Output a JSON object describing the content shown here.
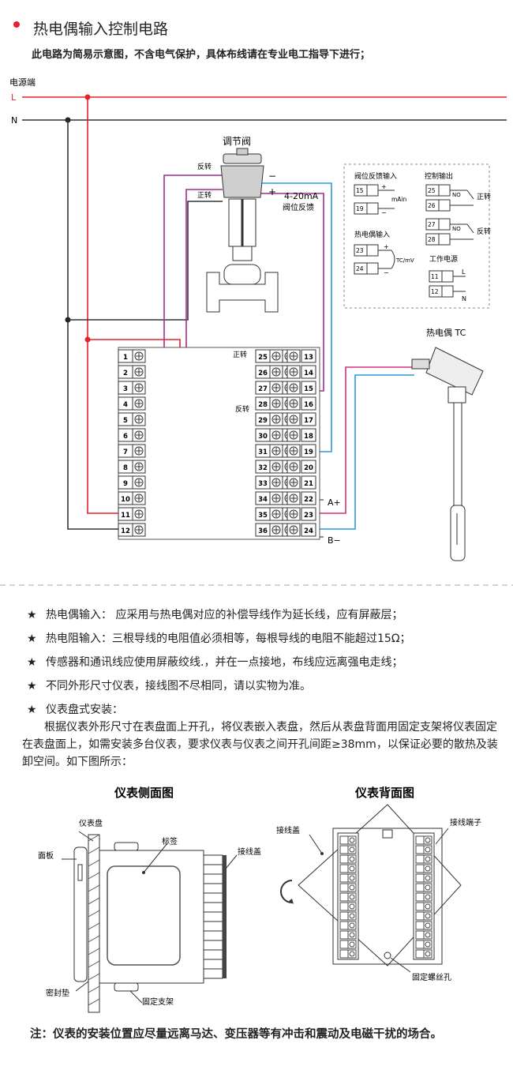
{
  "title": "热电偶输入控制电路",
  "subtitle": "此电路为简易示意图，不含电气保护，具体布线请在专业电工指导下进行；",
  "wiring": {
    "power_label": "电源端",
    "line_L": "L",
    "line_N": "N",
    "valve_title": "调节阀",
    "valve_reverse": "反转",
    "valve_forward": "正转",
    "valve_minus": "−",
    "valve_plus": "+",
    "valve_signal": "4-20mA",
    "valve_signal_desc": "阀位反馈",
    "legend": {
      "feedback_title": "阀位反馈输入",
      "feedback_t1": "15",
      "feedback_t2": "19",
      "feedback_unit": "mAin",
      "control_title": "控制输出",
      "ctrl_t1": "25",
      "ctrl_t2": "26",
      "ctrl_t3": "27",
      "ctrl_t4": "28",
      "no": "NO",
      "forward": "正转",
      "reverse": "反转",
      "tc_title": "热电偶输入",
      "tc_t1": "23",
      "tc_t2": "24",
      "tc_unit": "TC/mV",
      "power_title": "工作电源",
      "pw_t1": "11",
      "pw_t2": "12",
      "pw_L": "L",
      "pw_N": "N",
      "plus": "+",
      "minus": "−"
    },
    "thermocouple_label": "热电偶 TC",
    "left_terminals": [
      "1",
      "2",
      "3",
      "4",
      "5",
      "6",
      "7",
      "8",
      "9",
      "10",
      "11",
      "12"
    ],
    "mid_terminals": [
      "25",
      "26",
      "27",
      "28",
      "29",
      "30",
      "31",
      "32",
      "33",
      "34",
      "35",
      "36"
    ],
    "right_terminals": [
      "13",
      "14",
      "15",
      "16",
      "17",
      "18",
      "19",
      "20",
      "21",
      "22",
      "23",
      "24"
    ],
    "terminal_forward": "正转",
    "terminal_reverse": "反转",
    "rs485_a": "A+",
    "rs485_b": "B−"
  },
  "notes": [
    "热电偶输入： 应采用与热电偶对应的补偿导线作为延长线，应有屏蔽层；",
    "热电阻输入：三根导线的电阻值必须相等，每根导线的电阻不能超过15Ω；",
    "传感器和通讯线应使用屏蔽绞线.，并在一点接地，布线应远离强电走线；",
    "不同外形尺寸仪表，接线图不尽相同，请以实物为准。",
    "仪表盘式安装："
  ],
  "mounting_paragraph": "　　根据仪表外形尺寸在表盘面上开孔，将仪表嵌入表盘，然后从表盘背面用固定支架将仪表固定在表盘面上，如需安装多台仪表，要求仪表与仪表之间开孔间距≥38mm，以保证必要的散热及装卸空间。如下图所示：",
  "side_view": {
    "title": "仪表侧面图",
    "panel": "仪表盘",
    "face": "面板",
    "label": "标签",
    "cover": "接线盖",
    "gasket": "密封垫",
    "bracket": "固定支架"
  },
  "back_view": {
    "title": "仪表背面图",
    "cover": "接线盖",
    "terminal": "接线端子",
    "screw": "固定螺丝孔"
  },
  "footer": "注：仪表的安装位置应尽量远离马达、变压器等有冲击和震动及电磁干扰的场合。",
  "colors": {
    "accent_red": "#e8202f",
    "wire_purple": "#a02d8f",
    "wire_blue": "#2b9ad8",
    "wire_pink": "#d6307a"
  }
}
